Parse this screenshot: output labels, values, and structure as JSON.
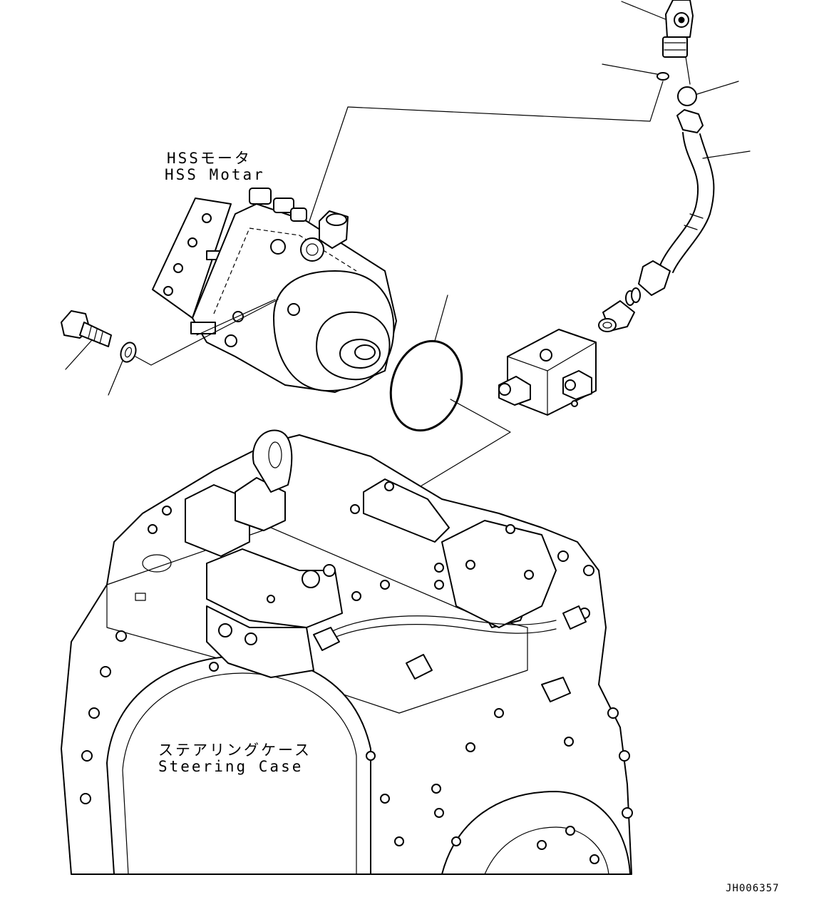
{
  "labels": {
    "hss_motor_jp": "HSSモータ",
    "hss_motor_en": "HSS Motar",
    "steering_case_jp": "ステアリングケース",
    "steering_case_en": "Steering Case",
    "drawing_code": "JH006357"
  }
}
